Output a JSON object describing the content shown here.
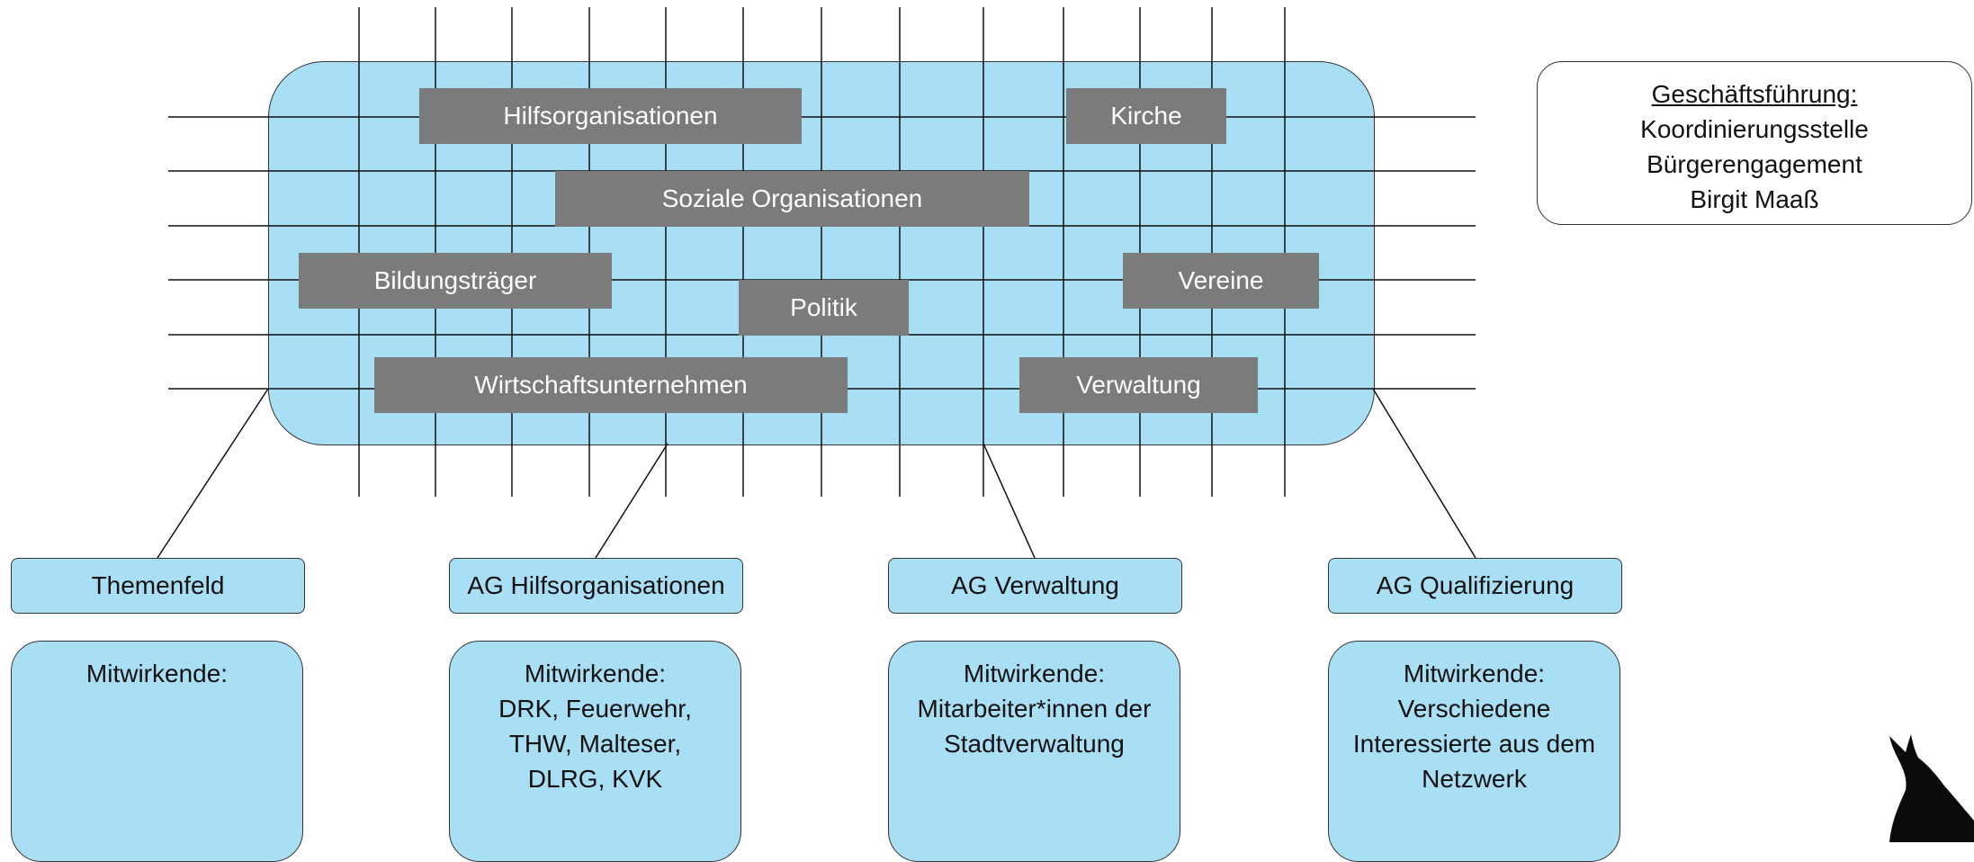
{
  "organisations": {
    "hilfsorganisationen": "Hilfsorganisationen",
    "kirche": "Kirche",
    "soziale": "Soziale Organisationen",
    "bildung": "Bildungsträger",
    "vereine": "Vereine",
    "politik": "Politik",
    "wirtschaft": "Wirtschaftsunternehmen",
    "verwaltung": "Verwaltung"
  },
  "geschaeftsfuehrung": {
    "heading": "Geschäftsführung:",
    "lines": [
      "Koordinierungsstelle",
      "Bürgerengagement",
      "Birgit Maaß"
    ]
  },
  "groups": [
    {
      "title": "Themenfeld",
      "members": [
        "Mitwirkende:"
      ]
    },
    {
      "title": "AG Hilfsorganisationen",
      "members": [
        "Mitwirkende:",
        "DRK, Feuerwehr,",
        "THW, Malteser,",
        "DLRG, KVK"
      ]
    },
    {
      "title": "AG Verwaltung",
      "members": [
        "Mitwirkende:",
        "Mitarbeiter*innen der",
        "Stadtverwaltung"
      ]
    },
    {
      "title": "AG Qualifizierung",
      "members": [
        "Mitwirkende:",
        "Verschiedene",
        "Interessierte aus dem",
        "Netzwerk"
      ]
    }
  ],
  "icons": {
    "logo": "howling-wolf-icon"
  },
  "colors": {
    "panel": "#a9dff5",
    "chip": "#7b7b7b",
    "line": "#111111"
  }
}
